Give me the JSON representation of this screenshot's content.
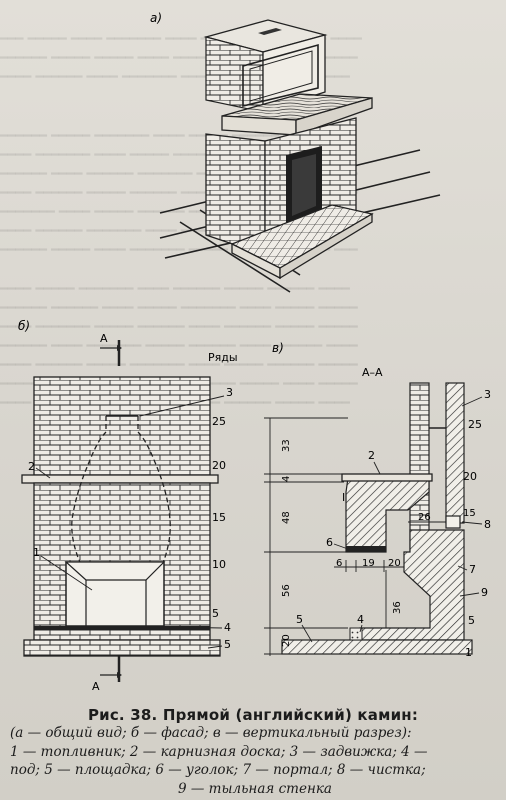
{
  "figure": {
    "panel_labels": {
      "a": "а)",
      "b": "б)",
      "v": "в)"
    },
    "rows_label": "Ряды",
    "section_mark": "А",
    "section_title": "А–А",
    "row_numbers": [
      "25",
      "20",
      "15",
      "10",
      "5"
    ],
    "left_part_labels": [
      "3",
      "2",
      "1",
      "4",
      "5"
    ],
    "roman_label": "I",
    "section_dims": [
      "33",
      "4",
      "48",
      "56",
      "20",
      "6",
      "19",
      "20",
      "26",
      "15",
      "36"
    ],
    "section_part_labels": [
      "3",
      "2",
      "6",
      "5",
      "4",
      "1",
      "7",
      "8",
      "9"
    ]
  },
  "caption": {
    "title": "Рис. 38. Прямой (английский) камин:",
    "lines": [
      "(а — общий вид; б — фасад; в — вертикальный разрез):",
      "1 — топливник; 2 — карнизная доска; 3 — задвижка; 4 —",
      "под; 5 — площадка; 6 — уголок; 7 — портал; 8 — чистка;",
      "9 — тыльная стенка"
    ]
  }
}
